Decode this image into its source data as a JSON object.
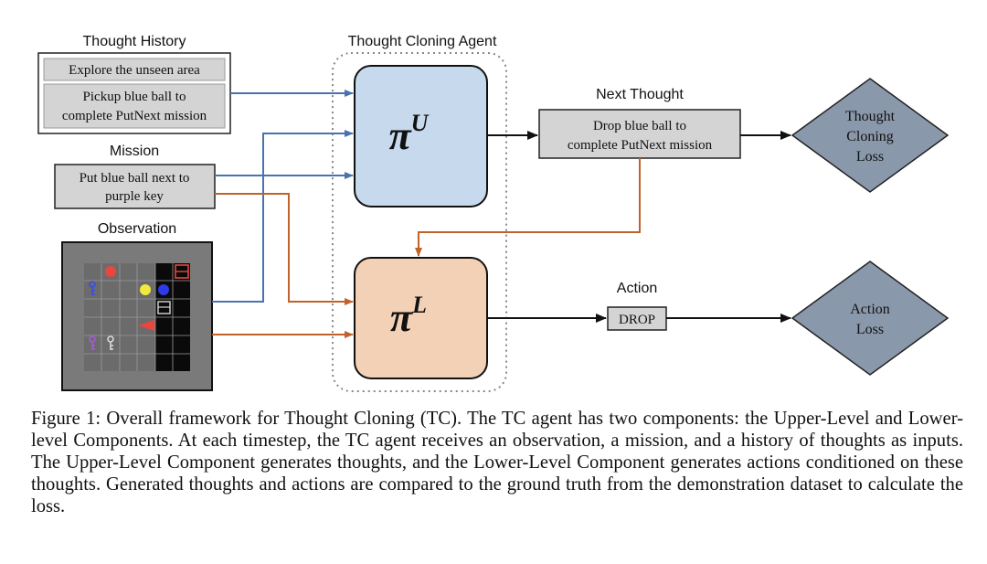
{
  "diagram": {
    "thought_history": {
      "heading": "Thought History",
      "items": [
        "Explore the unseen area",
        "Pickup blue ball to",
        "complete PutNext mission"
      ]
    },
    "mission": {
      "heading": "Mission",
      "lines": [
        "Put blue ball next to",
        "purple key"
      ]
    },
    "observation": {
      "heading": "Observation"
    },
    "agent": {
      "heading": "Thought Cloning Agent",
      "upper": {
        "symbol": "π",
        "sup": "U",
        "color": "#c7d9ec"
      },
      "lower": {
        "symbol": "π",
        "sup": "L",
        "color": "#f3d1b6"
      }
    },
    "next_thought": {
      "heading": "Next Thought",
      "lines": [
        "Drop blue ball to",
        "complete PutNext mission"
      ]
    },
    "action": {
      "heading": "Action",
      "value": "DROP"
    },
    "thought_loss": {
      "lines": [
        "Thought",
        "Cloning",
        "Loss"
      ]
    },
    "action_loss": {
      "lines": [
        "Action",
        "Loss"
      ]
    },
    "colors": {
      "blue_arrow": "#4a72b0",
      "orange_arrow": "#c0622a",
      "box_fill": "#d4d4d4",
      "diamond_fill": "#8a98ab"
    }
  },
  "caption": "Figure 1: Overall framework for Thought Cloning (TC). The TC agent has two components: the Upper-Level and Lower-level Components. At each timestep, the TC agent receives an observation, a mission, and a history of thoughts as inputs. The Upper-Level Component generates thoughts, and the Lower-Level Component generates actions conditioned on these thoughts. Generated thoughts and actions are compared to the ground truth from the demonstration dataset to calculate the loss."
}
